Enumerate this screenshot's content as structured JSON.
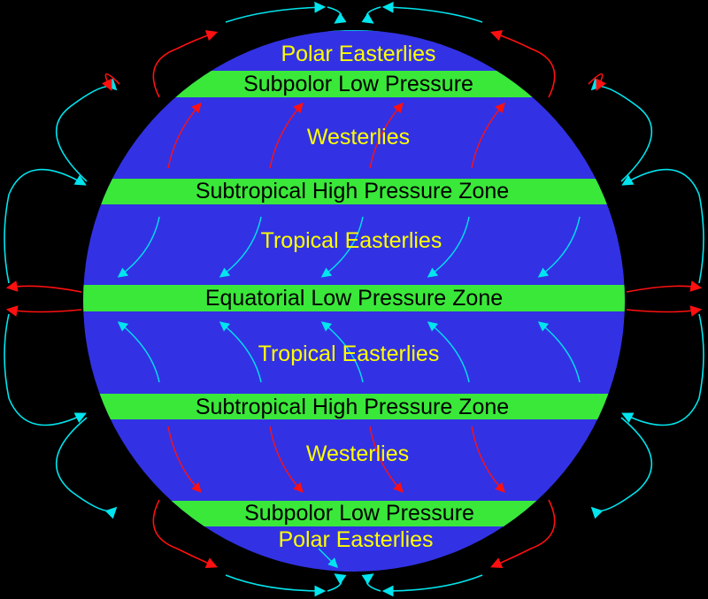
{
  "colors": {
    "background": "#000000",
    "globe": "#3232e4",
    "pressure_band": "#3ae83a",
    "wind_text": "#ffff00",
    "zone_text": "#000000",
    "cold_arrow": "#00e5ee",
    "warm_arrow": "#ff1010"
  },
  "labels": {
    "polar_easterlies_north": "Polar Easterlies",
    "subpolar_low_north": "Subpolor Low Pressure",
    "westerlies_north": "Westerlies",
    "subtropical_high_north": "Subtropical High Pressure Zone",
    "tropical_easterlies_north": "Tropical Easterlies",
    "equatorial_low": "Equatorial Low Pressure Zone",
    "tropical_easterlies_south": "Tropical Easterlies",
    "subtropical_high_south": "Subtropical High Pressure Zone",
    "westerlies_south": "Westerlies",
    "subpolar_low_south": "Subpolor Low Pressure",
    "polar_easterlies_south": "Polar Easterlies"
  }
}
